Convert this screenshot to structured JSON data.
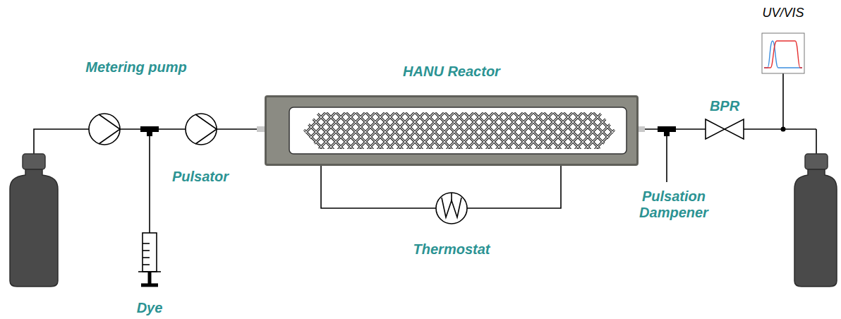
{
  "diagram": {
    "nodes": [
      {
        "text": [
          "HANU Reactor"
        ]
      }
    ],
    "labels": [
      "Metering pump",
      "Pulsator",
      "Dye",
      "Thermostat",
      "Pulsation Dampener",
      "BPR",
      "UV/VIS"
    ]
  }
}
